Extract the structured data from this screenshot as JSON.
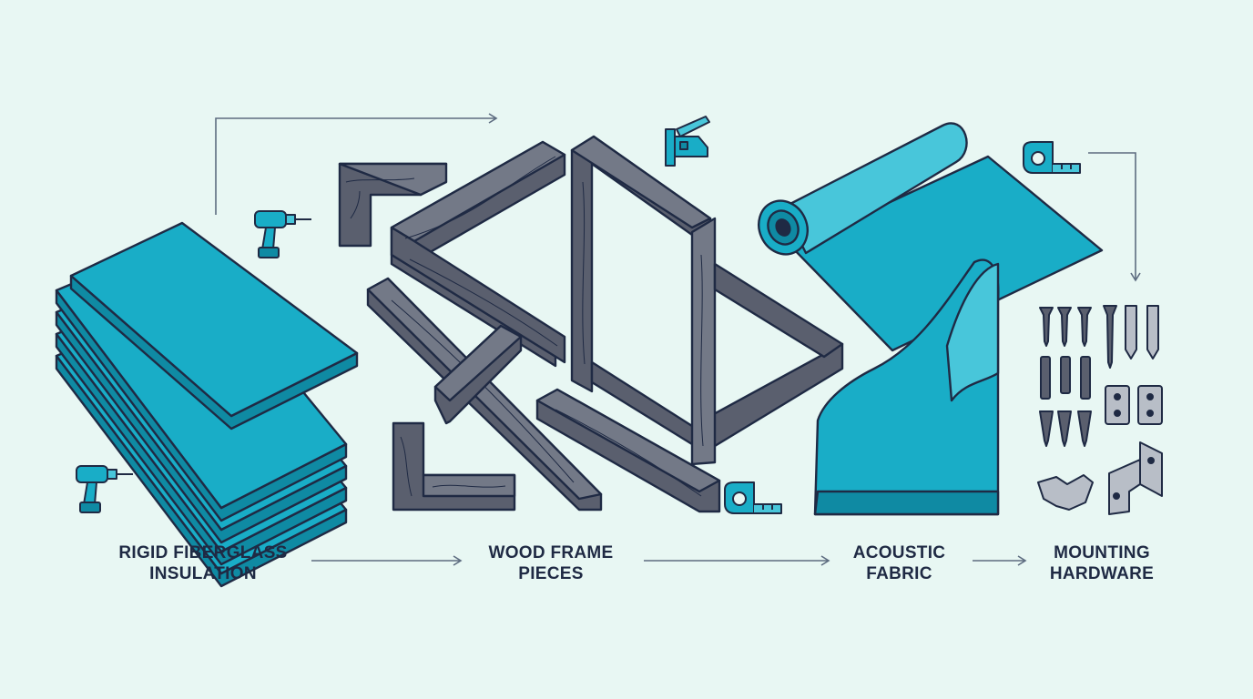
{
  "colors": {
    "background": "#e8f7f3",
    "teal": "#19adc7",
    "teal_dark": "#0f8aa3",
    "teal_light": "#48c6da",
    "wood": "#5a5f6e",
    "wood_light": "#737987",
    "outline": "#1f2a44",
    "arrow": "#5d6c80",
    "metal": "#b8bec7"
  },
  "steps": [
    {
      "line1": "RIGID FIBERGLASS",
      "line2": "INSULATION",
      "illustration": "stacked-insulation-boards"
    },
    {
      "line1": "WOOD FRAME",
      "line2": "PIECES",
      "illustration": "wood-frame-pieces"
    },
    {
      "line1": "ACOUSTIC",
      "line2": "FABRIC",
      "illustration": "fabric-roll"
    },
    {
      "line1": "MOUNTING",
      "line2": "HARDWARE",
      "illustration": "screws-anchors-brackets"
    }
  ],
  "tool_icons": [
    "drill-icon",
    "drill-icon",
    "staple-gun-icon",
    "tape-measure-icon",
    "tape-measure-icon"
  ]
}
